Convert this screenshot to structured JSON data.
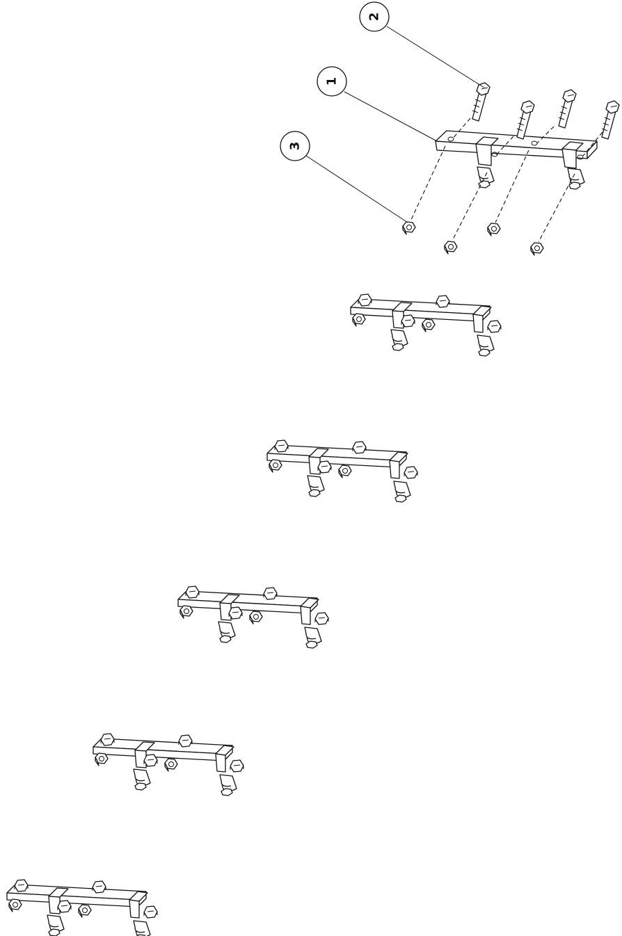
{
  "callouts": [
    {
      "id": "callout-1",
      "label": "1"
    },
    {
      "id": "callout-2",
      "label": "2"
    },
    {
      "id": "callout-3",
      "label": "3"
    }
  ],
  "assembly_count": 5
}
